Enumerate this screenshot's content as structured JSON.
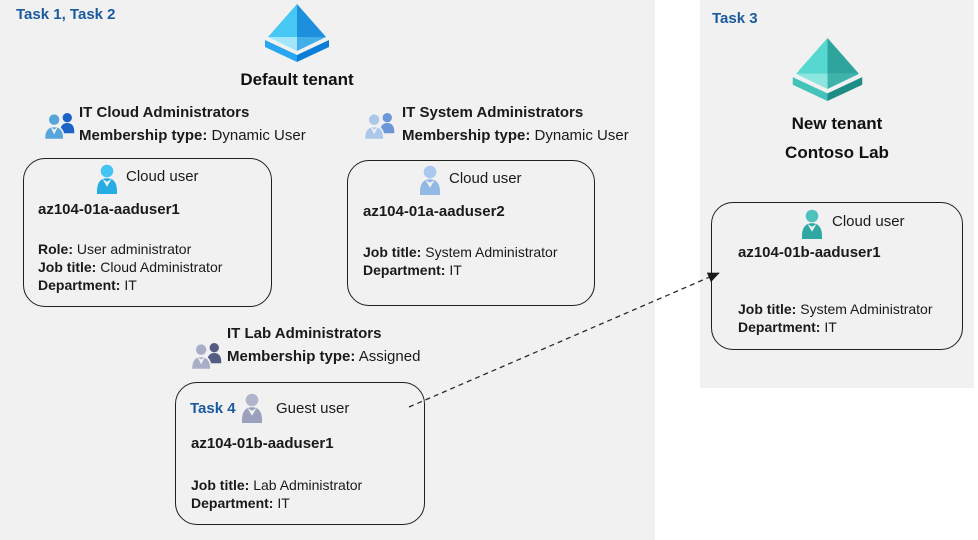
{
  "colors": {
    "panel_background": "#f1f1f1",
    "task_label_blue": "#1b5a9e",
    "text_black": "#1a1a1a",
    "card_border": "#1f1f1f",
    "azure_ad_icon_blue": [
      "#47c7f3",
      "#1e8fdd",
      "#a3e6fb",
      "#41aee9",
      "#2aa6f0",
      "#0d7ed8"
    ],
    "azure_ad_icon_teal": [
      "#56d7cf",
      "#2da49c",
      "#8ce5df",
      "#3fb3ab",
      "#44c3ba",
      "#1d8c85"
    ],
    "group_cloud_icon": [
      "#58a5dc",
      "#1a64c8"
    ],
    "group_system_icon": [
      "#abc8ea",
      "#6b97d8"
    ],
    "group_lab_icon": [
      "#a9aec8",
      "#555c82"
    ],
    "cloud_user1_icon": [
      "#44c4f0",
      "#26aee4"
    ],
    "cloud_user2_icon": [
      "#a9c8ec",
      "#92b8e4"
    ],
    "guest_user_icon": [
      "#b0b5cc",
      "#9ba1bd"
    ],
    "cloud_user_teal_icon": [
      "#4fc2bb",
      "#2fa8a1"
    ]
  },
  "left_panel": {
    "task_label": "Task 1, Task 2",
    "tenant_title": "Default tenant",
    "groups": [
      {
        "title": "IT Cloud Administrators",
        "membership_label": "Membership type:",
        "membership_value": "Dynamic User"
      },
      {
        "title": "IT System Administrators",
        "membership_label": "Membership type:",
        "membership_value": "Dynamic User"
      },
      {
        "title": "IT Lab Administrators",
        "membership_label": "Membership type:",
        "membership_value": "Assigned"
      }
    ],
    "cards": [
      {
        "user_type": "Cloud user",
        "name": "az104-01a-aaduser1",
        "lines": [
          {
            "label": "Role:",
            "value": "User administrator"
          },
          {
            "label": "Job title:",
            "value": "Cloud Administrator"
          },
          {
            "label": "Department:",
            "value": "IT"
          }
        ]
      },
      {
        "user_type": "Cloud user",
        "name": "az104-01a-aaduser2",
        "lines": [
          {
            "label": "Job title:",
            "value": "System Administrator"
          },
          {
            "label": "Department:",
            "value": "IT"
          }
        ]
      },
      {
        "task_label": "Task 4",
        "user_type": "Guest user",
        "name": "az104-01b-aaduser1",
        "lines": [
          {
            "label": "Job title:",
            "value": "Lab Administrator"
          },
          {
            "label": "Department:",
            "value": "IT"
          }
        ]
      }
    ]
  },
  "right_panel": {
    "task_label": "Task 3",
    "tenant_title_line1": "New tenant",
    "tenant_title_line2": "Contoso Lab",
    "card": {
      "user_type": "Cloud user",
      "name": "az104-01b-aaduser1",
      "lines": [
        {
          "label": "Job title:",
          "value": "System Administrator"
        },
        {
          "label": "Department:",
          "value": "IT"
        }
      ]
    }
  },
  "arrow": {
    "style": "dashed",
    "from": "Guest user az104-01b-aaduser1",
    "to": "Cloud user az104-01b-aaduser1 in Contoso Lab"
  }
}
